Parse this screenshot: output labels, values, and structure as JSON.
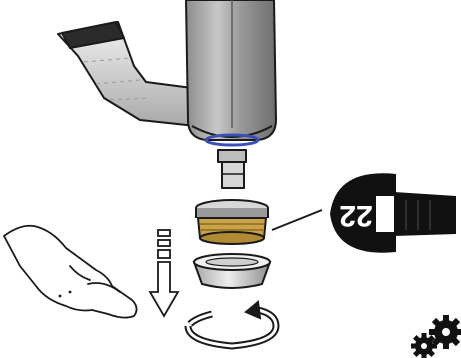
{
  "wrench": {
    "size_label": "22"
  },
  "colors": {
    "outline": "#1a1a1a",
    "metal_light": "#e4e4e4",
    "metal_mid": "#b5b5b5",
    "metal_dark": "#7d7d7d",
    "brass": "#c9a24a",
    "brass_dark": "#8a6a23",
    "accent_blue": "#3b4fb8",
    "black": "#111111"
  },
  "icons": {
    "faucet": "faucet-spout-body",
    "hand": "open-hand",
    "arrow": "dashed-down-arrow",
    "rotate": "rotate-arrow",
    "wrench": "open-end-wrench",
    "gears": "gears-tool"
  }
}
